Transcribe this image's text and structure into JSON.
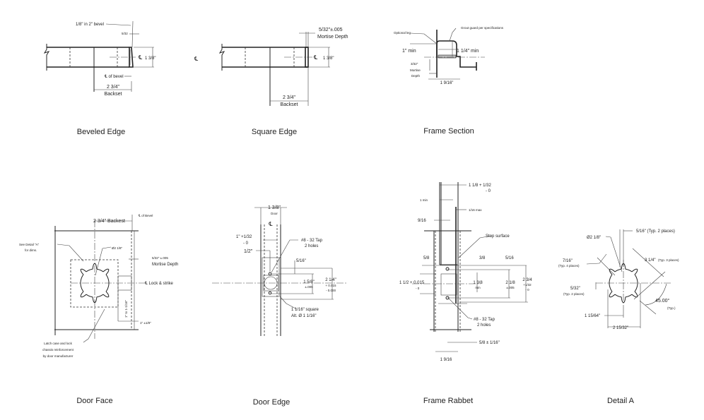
{
  "beveled_edge": {
    "title": "Beveled Edge",
    "bevel_note": "1/8\" in 2\" bevel",
    "small_fraction": "5/32",
    "centerline": "℄",
    "thickness": "1 3/8\"",
    "cl_bevel": "℄ of bevel",
    "backset_dim": "2 3/4\"",
    "backset_label": "Backset"
  },
  "square_edge": {
    "title": "Square Edge",
    "mortise_dim": "5/32\"±.005",
    "mortise_label": "Mortise Depth",
    "centerline": "℄",
    "centerline_left": "℄",
    "thickness": "1 3/8\"",
    "backset_dim": "2 3/4\"",
    "backset_label": "Backset"
  },
  "frame_section": {
    "title": "Frame Section",
    "optional_leg": "Optional leg",
    "grout_guard": "Grout guard per specifications",
    "one_min": "1\"  min",
    "one_quarter_min": "1 1/4\"  min",
    "mortise_dim": "3/32\"",
    "mortise_label_1": "Mortise",
    "mortise_label_2": "Depth",
    "width_dim": "1 9/16\""
  },
  "door_face": {
    "title": "Door Face",
    "backset": "2 3/4\" Backest",
    "cl_bevel": "℄ of Bevel",
    "see_detail_1": "See Detail \"A\"",
    "see_detail_2": "for dims.",
    "diameter": "Ø2 1/8\"",
    "mortise_dim": "5/32\" ±.005",
    "mortise_label": "Mortise Depth",
    "cl_lock": "℄  Lock & strike",
    "range": "1\" to 1-1/16\"",
    "one_tol": "1\"  ±1/8\"",
    "latch_1": "Latch case and lock",
    "latch_2": "chassis reinforcement",
    "latch_3": "by door manufacturer"
  },
  "door_edge": {
    "title": "Door Edge",
    "thickness": "1 3/8\"",
    "door": "Door",
    "centerline": "℄",
    "one_tol": "1\" +1/32",
    "one_tol_minus": "- 0",
    "half": "1/2\"",
    "tap_1": "#8 - 32 Tap",
    "tap_2": "2 holes",
    "five_sixteenths": "5/16\"",
    "dim_158": "1 5/8\"",
    "dim_158_tol": "±.005",
    "dim_214": "2 1/4\"",
    "dim_214_plus": "+ 0.015",
    "dim_214_minus": "- 0.000",
    "square_1": "1 1/16\" square",
    "square_2": "Alt. Ø 1 1/16\""
  },
  "frame_rabbet": {
    "title": "Frame Rabbet",
    "dim_118": "1 1/8 + 1/32",
    "dim_118_minus": "- 0",
    "one_min": "1 min",
    "sixteenth_max": "1/16 max",
    "nine_sixteenths": "9/16",
    "stop_surface": "Stop surface",
    "five_eighths": "5/8",
    "three_eighths": "3/8",
    "five_sixteenths": "5/16",
    "dim_112": "1 1/2 + 0.015",
    "dim_112_minus": "- 0",
    "dim_138": "1 3/8",
    "dim_138_min": "min",
    "dim_218": "2 1/8",
    "dim_218_tol": "±.005",
    "dim_234": "2 3/4",
    "dim_234_plus": "+1/32",
    "dim_234_minus": "- 0",
    "tap_1": "#8 - 32 Tap",
    "tap_2": "2 holes",
    "five_eighths_tol": "5/8 ± 1/16\"",
    "dim_1916": "1 9/16"
  },
  "detail_a": {
    "title": "Detail A",
    "five_sixteenths": "5/16\" (Typ. 2 places)",
    "diameter": "Ø2 1/8\"",
    "seven_sixteenths": "7/16\"",
    "seven_typ": "(Typ. 4 places)",
    "three_quarter": "3 1/4\"",
    "three_typ": "(Typ. 3 places)",
    "five_32": "5/32\"",
    "five_32_typ": "(Typ. 2 places)",
    "angle": "45.00°",
    "angle_typ": "(Typ.)",
    "dim_11564": "1 15/64\"",
    "dim_21532": "2 15/32\""
  }
}
